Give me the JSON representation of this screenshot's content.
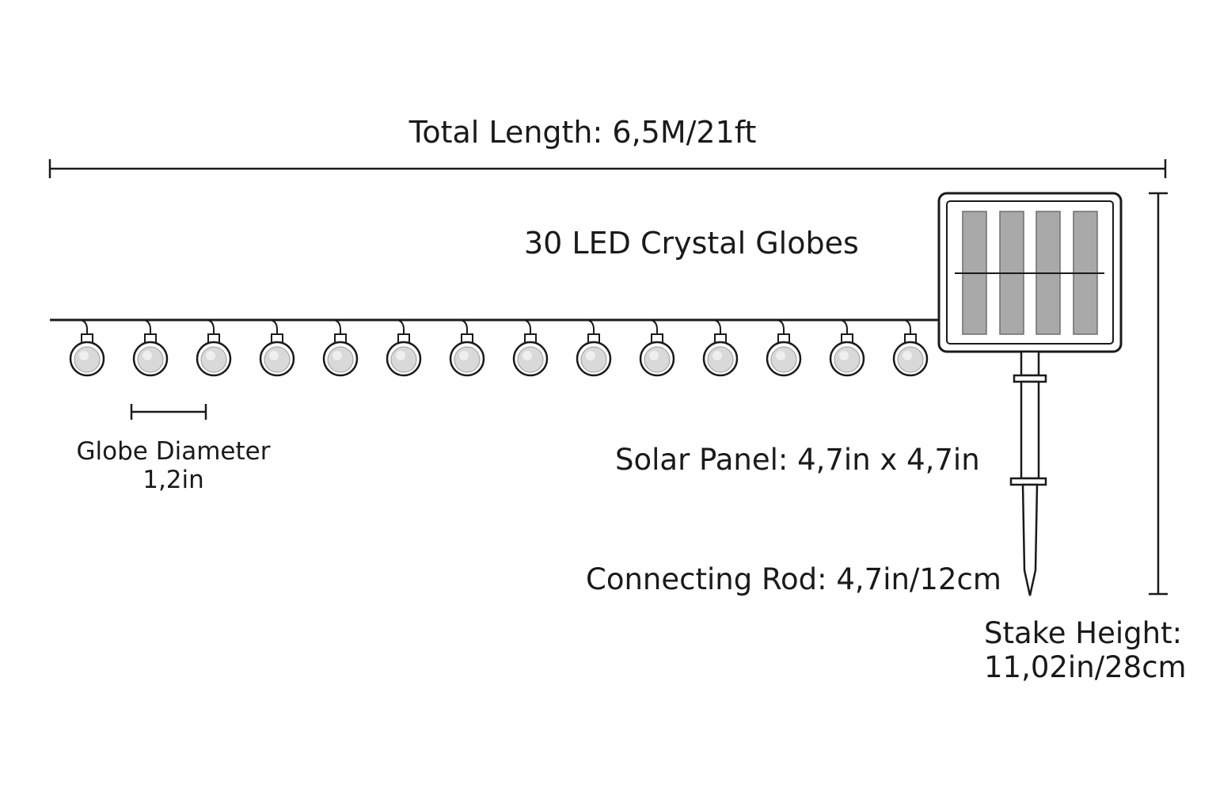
{
  "dimensions": {
    "total_length": "Total Length: 6,5M/21ft",
    "globes": "30 LED Crystal Globes",
    "globe_diameter_title": "Globe Diameter",
    "globe_diameter_value": "1,2in",
    "solar_panel": "Solar Panel: 4,7in x 4,7in",
    "connecting_rod": "Connecting Rod: 4,7in/12cm",
    "stake_height_title": "Stake Height:",
    "stake_height_value": "11,02in/28cm"
  },
  "drawing": {
    "line_color": "#1a1a1a",
    "panel_cell_color": "#a9a9a9",
    "visible_globe_count": 14
  }
}
